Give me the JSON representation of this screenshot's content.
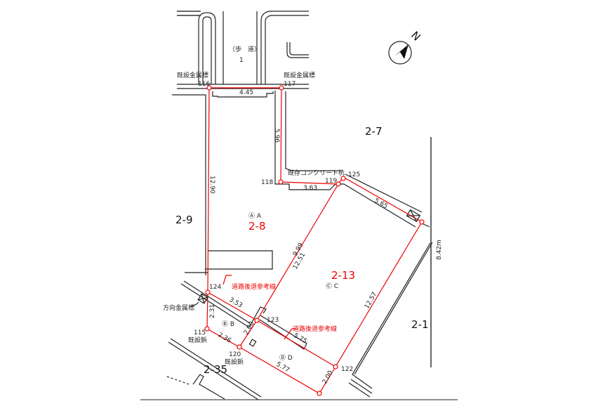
{
  "sidewalk": {
    "label": "（歩　道）",
    "number": "1"
  },
  "markers": {
    "existing_metal_a": "既設金属標",
    "existing_metal_b": "既設金属標",
    "existing_concrete": "既存コンクリート杭",
    "direction_metal": "方向金属標",
    "existing_rivet_a": "既設鋲",
    "existing_rivet_b": "既設鋲",
    "road_setback_a": "道路後退参考線",
    "road_setback_b": "道路後退参考線"
  },
  "points": {
    "p116": "116",
    "p117": "117",
    "p118": "118",
    "p119": "119",
    "p125": "125",
    "p124": "124",
    "p123": "123",
    "p115": "115",
    "p120": "120",
    "p122": "122"
  },
  "dimensions": {
    "d445": "4.45",
    "d596": "5.96",
    "d1290": "12.90",
    "d363": "3.63",
    "d565": "5.65",
    "d999": "9.99",
    "d1251": "12.51",
    "d1257": "12.57",
    "d353": "3.53",
    "d231": "2.31",
    "d200a": "2.00",
    "d236": "2.36",
    "d575": "5.75",
    "d577": "5.77",
    "d200b": "2.00",
    "d842": "8.42m"
  },
  "lots": {
    "l27": "2-7",
    "l29": "2-9",
    "l28": "2-8",
    "l213": "2-13",
    "l21": "2-1",
    "l235": "2-35"
  },
  "symbols": {
    "a": "Ⓐ A",
    "b": "Ⓑ B",
    "c": "Ⓒ C",
    "d": "Ⓓ D"
  },
  "north": "N",
  "colors": {
    "boundary": "#e00000",
    "lines": "#222222"
  }
}
